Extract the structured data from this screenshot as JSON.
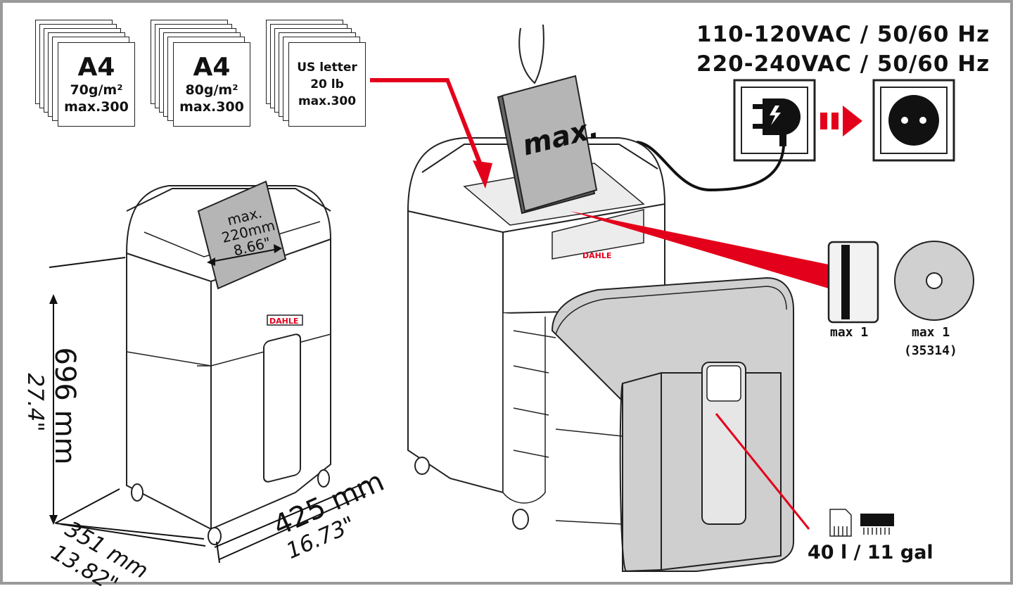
{
  "paper_stacks": [
    {
      "size": "A4",
      "weight": "70g/m²",
      "max": "max.300"
    },
    {
      "size": "A4",
      "weight": "80g/m²",
      "max": "max.300"
    },
    {
      "size": "US letter",
      "weight": "20 lb",
      "max": "max.300"
    }
  ],
  "voltage": {
    "line1": "110-120VAC / 50/60 Hz",
    "line2": "220-240VAC / 50/60 Hz"
  },
  "feed_width": {
    "label": "max.",
    "mm": "220mm",
    "inch": "8.66\""
  },
  "feed_label": "max.",
  "brand": "DAHLE",
  "dimensions": {
    "height_mm": "696 mm",
    "height_in": "27.4\"",
    "depth_mm": "351 mm",
    "depth_in": "13.82\"",
    "width_mm": "425 mm",
    "width_in": "16.73\""
  },
  "media": {
    "card_label": "max 1",
    "cd_label": "max 1",
    "cd_model": "(35314)"
  },
  "bin_capacity": "40 l / 11 gal",
  "colors": {
    "accent": "#e3001b",
    "line": "#222222",
    "bin": "#d0d0d0",
    "paper": "#b5b5b5"
  }
}
